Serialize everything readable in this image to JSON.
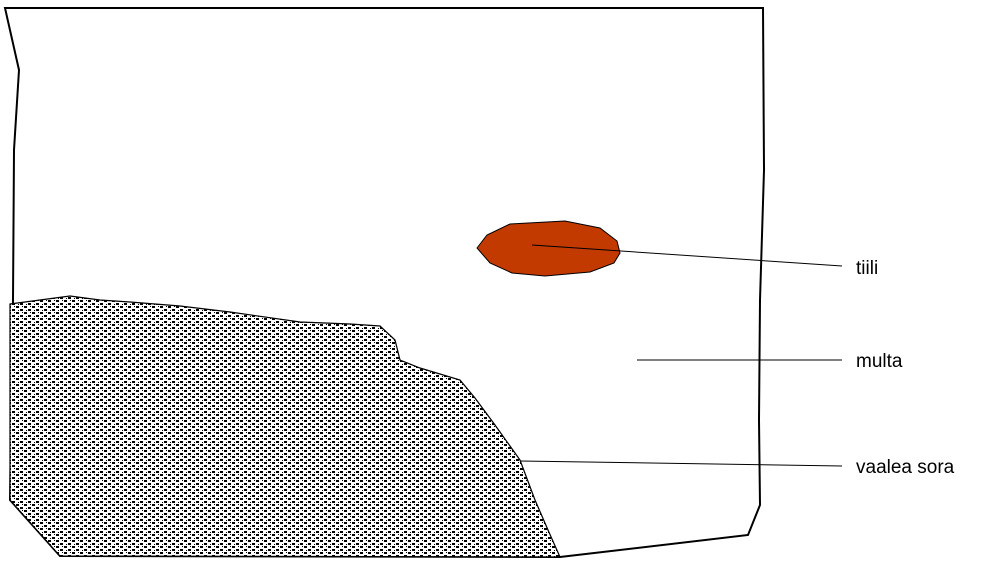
{
  "layers": [
    {
      "id": "tiili",
      "label": "tiili",
      "fill": "#c23a00"
    },
    {
      "id": "multa",
      "label": "multa",
      "fill": "#ffffff"
    },
    {
      "id": "vaalea-sora",
      "label": "vaalea sora",
      "fill": "#000000"
    }
  ],
  "colors": {
    "outline": "#000000",
    "background": "#ffffff",
    "gravel_pattern_fg": "#000000",
    "gravel_pattern_bg": "#ffffff"
  }
}
